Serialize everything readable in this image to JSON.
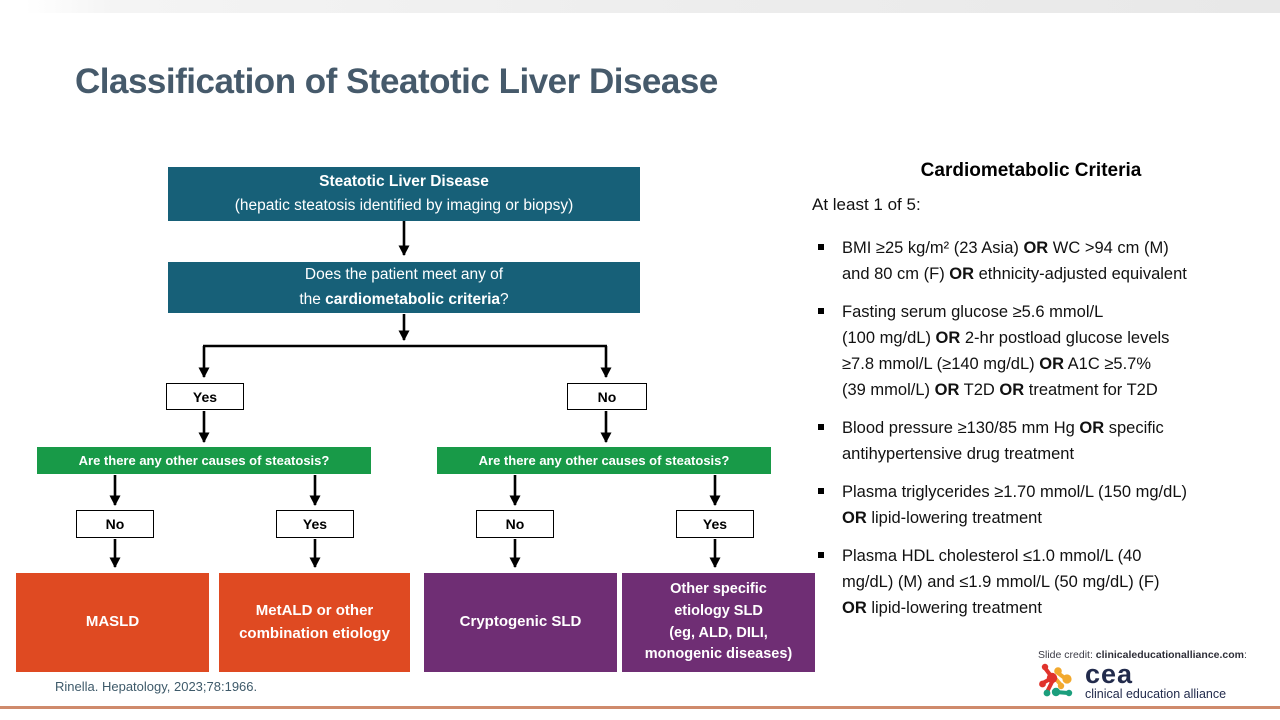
{
  "slide": {
    "title": "Classification of Steatotic Liver Disease",
    "citation": "Rinella. Hepatology, 2023;78:1966."
  },
  "flowchart": {
    "root": {
      "line1": "Steatotic Liver Disease",
      "line2": "(hepatic steatosis identified by imaging or biopsy)"
    },
    "question": {
      "line1": "Does the patient meet any of",
      "line2": "the **cardiometabolic criteria**?"
    },
    "branch_yes": "Yes",
    "branch_no": "No",
    "other_causes_left": "Are there any other causes of steatosis?",
    "other_causes_right": "Are there any other causes of steatosis?",
    "sub_no_left": "No",
    "sub_yes_left": "Yes",
    "sub_no_right": "No",
    "sub_yes_right": "Yes",
    "outcomes": [
      {
        "label": "MASLD",
        "color": "#df4a22"
      },
      {
        "label": "MetALD or other\ncombination etiology",
        "color": "#df4a22"
      },
      {
        "label": "Cryptogenic SLD",
        "color": "#6f2e74"
      },
      {
        "label": "Other specific\netiology SLD\n(eg, ALD, DILI,\nmonogenic diseases)",
        "color": "#6f2e74"
      }
    ]
  },
  "criteria_panel": {
    "heading": "Cardiometabolic Criteria",
    "intro": "At least 1 of 5:",
    "bullets": [
      "BMI ≥25 kg/m² (23 Asia) **OR** WC >94 cm (M)\nand 80 cm (F) **OR** ethnicity-adjusted equivalent",
      "Fasting serum glucose ≥5.6 mmol/L\n(100 mg/dL) **OR** 2-hr postload glucose levels\n≥7.8 mmol/L (≥140 mg/dL) **OR** A1C ≥5.7%\n(39 mmol/L) **OR** T2D **OR** treatment for T2D",
      "Blood pressure ≥130/85 mm Hg **OR** specific\nantihypertensive drug treatment",
      "Plasma triglycerides ≥1.70 mmol/L (150 mg/dL)\n**OR** lipid-lowering treatment",
      "Plasma HDL cholesterol ≤1.0 mmol/L (40\nmg/dL) (M) and ≤1.9 mmol/L (50 mg/dL) (F)\n**OR** lipid-lowering treatment"
    ]
  },
  "footer": {
    "slide_credit_prefix": "Slide credit: ",
    "slide_credit_link": "clinicaleducationalliance.com",
    "slide_credit_suffix": ":",
    "logo_text": "cea",
    "logo_subtext": "clinical education alliance"
  },
  "colors": {
    "teal_box": "#176078",
    "green_box": "#189a48",
    "orange_box": "#df4a22",
    "purple_box": "#6f2e74",
    "title_text": "#465a6b",
    "accent_line": "#cf8a6c",
    "logo_navy": "#222b4c"
  }
}
